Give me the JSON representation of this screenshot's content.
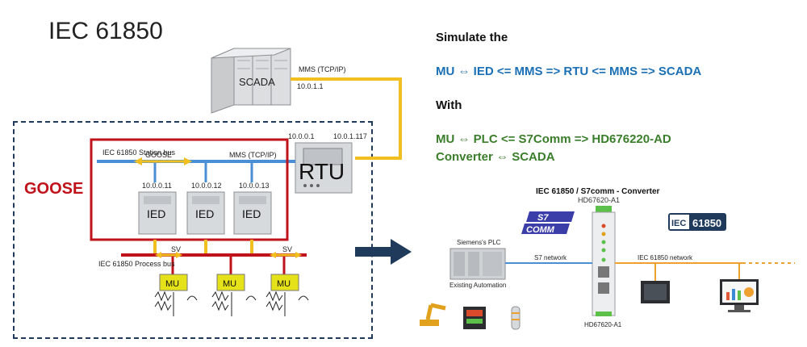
{
  "title": "IEC 61850",
  "left": {
    "scada_label": "SCADA",
    "mms_top_label": "MMS (TCP/IP)",
    "ip_scada": "10.0.1.1",
    "ip_rtu_a": "10.0.0.1",
    "ip_rtu_b": "10.0.1.117",
    "rtu_label": "RTU",
    "station_bus_label": "IEC 61850 Station bus",
    "goose_arrow_label": "GOOSE",
    "mms_station_label": "MMS (TCP/IP)",
    "goose_big_label": "GOOSE",
    "ied_ips": [
      "10.0.0.11",
      "10.0.0.12",
      "10.0.0.13"
    ],
    "ied_label": "IED",
    "sv_label": "SV",
    "process_bus_label": "IEC 61850 Process bus",
    "mu_label": "MU"
  },
  "right": {
    "line1": "Simulate the",
    "line2": "MU ⇔ IED <=  MMS => RTU <= MMS => SCADA",
    "line3": "With",
    "line4a": "MU ⇔ PLC <= S7Comm => HD676220-AD",
    "line4b": "Converter ⇔ SCADA",
    "converter_title": "IEC 61850 / S7comm - Converter",
    "converter_model": "HD67620-A1",
    "converter_model_bottom": "HD67620-A1",
    "plc_label": "Siemens's PLC",
    "existing_label": "Existing Automation",
    "s7_network": "S7 network",
    "iec_network": "IEC 61850 network",
    "s7_logo_top": "S7",
    "s7_logo_bottom": "COMM",
    "iec_logo_left": "IEC",
    "iec_logo_right": "61850"
  },
  "colors": {
    "station_bus": "#4a8fd6",
    "bus_yellow": "#f1bf1f",
    "goose_red": "#c0121a",
    "arrow": "#1f3a5a",
    "blue_text": "#1a6fb5",
    "green_text": "#3a7d2a"
  }
}
